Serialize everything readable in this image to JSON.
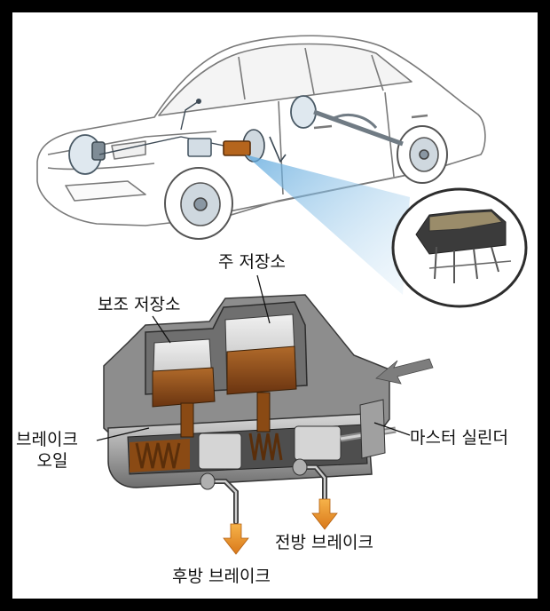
{
  "labels": {
    "main_reservoir": "주 저장소",
    "aux_reservoir": "보조 저장소",
    "brake_oil_line1": "브레이크",
    "brake_oil_line2": "오일",
    "master_cylinder": "마스터 실린더",
    "front_brake": "전방 브레이크",
    "rear_brake": "후방 브레이크"
  },
  "colors": {
    "frame": "#000000",
    "car_line": "#6b6b6b",
    "callout_blue": "#8fc3e6",
    "brake_fluid": "#8a4a14",
    "arrow_orange": "#e8901e",
    "housing": "#9a9a9a"
  }
}
